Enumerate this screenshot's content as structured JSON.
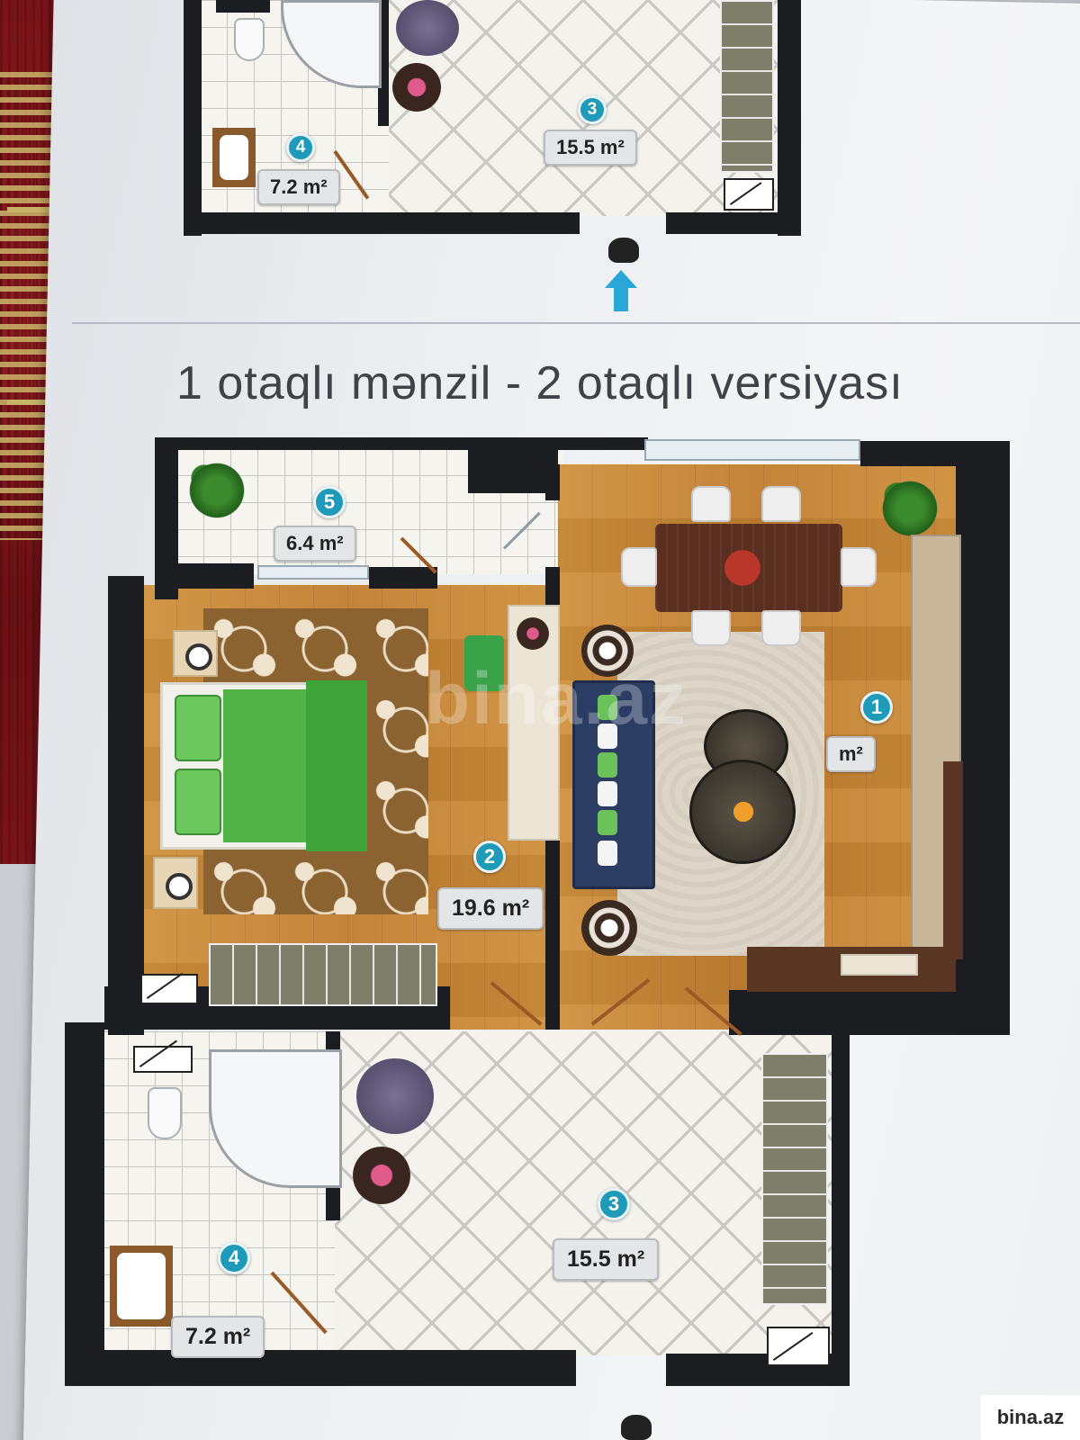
{
  "heading": "1 otaqlı mənzil - 2 otaqlı versiyası",
  "top_plan": {
    "rooms": [
      {
        "number": "4",
        "area": "7.2 m²"
      },
      {
        "number": "3",
        "area": "15.5 m²"
      }
    ]
  },
  "main_plan": {
    "rooms": [
      {
        "number": "5",
        "area": "6.4 m²"
      },
      {
        "number": "2",
        "area": "19.6 m²"
      },
      {
        "number": "1",
        "area": "m²"
      },
      {
        "number": "3",
        "area": "15.5 m²"
      },
      {
        "number": "4",
        "area": "7.2 m²"
      }
    ]
  },
  "watermark": "bina.az",
  "logo": "bina.az",
  "colors": {
    "badge": "#1f9ab8",
    "wall": "#1c1d20",
    "wood": "#c98a37",
    "entry_arrow": "#29a8d8"
  }
}
